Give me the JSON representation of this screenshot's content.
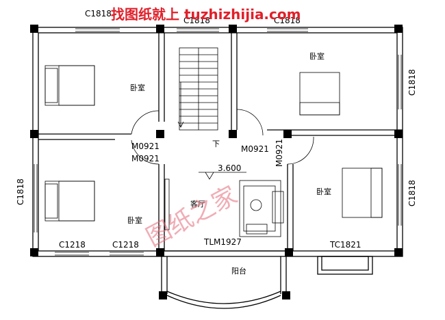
{
  "watermark": {
    "top": "找图纸就上 tuzhizhijia.com",
    "middle": "图纸之家"
  },
  "rooms": {
    "bedroom_top_left": "卧室",
    "bedroom_top_right": "卧室",
    "bedroom_bottom_left": "卧室",
    "bedroom_bottom_right": "卧室",
    "living_room": "客厅",
    "balcony": "阳台"
  },
  "stair": {
    "down_label": "下"
  },
  "elevation": "3.600",
  "windows": {
    "top_left": "C1818",
    "top_middle": "C1818",
    "top_right": "C1818",
    "right_upper": "C1818",
    "right_lower": "C1818",
    "left_lower": "C1818",
    "bottom_left_1": "C1218",
    "bottom_left_2": "C1218",
    "bottom_right": "TC1821",
    "living_bottom": "TLM1927"
  },
  "doors": {
    "left_upper": "M0921",
    "left_lower": "M0921",
    "center": "M0921",
    "right_vertical": "M0921"
  }
}
